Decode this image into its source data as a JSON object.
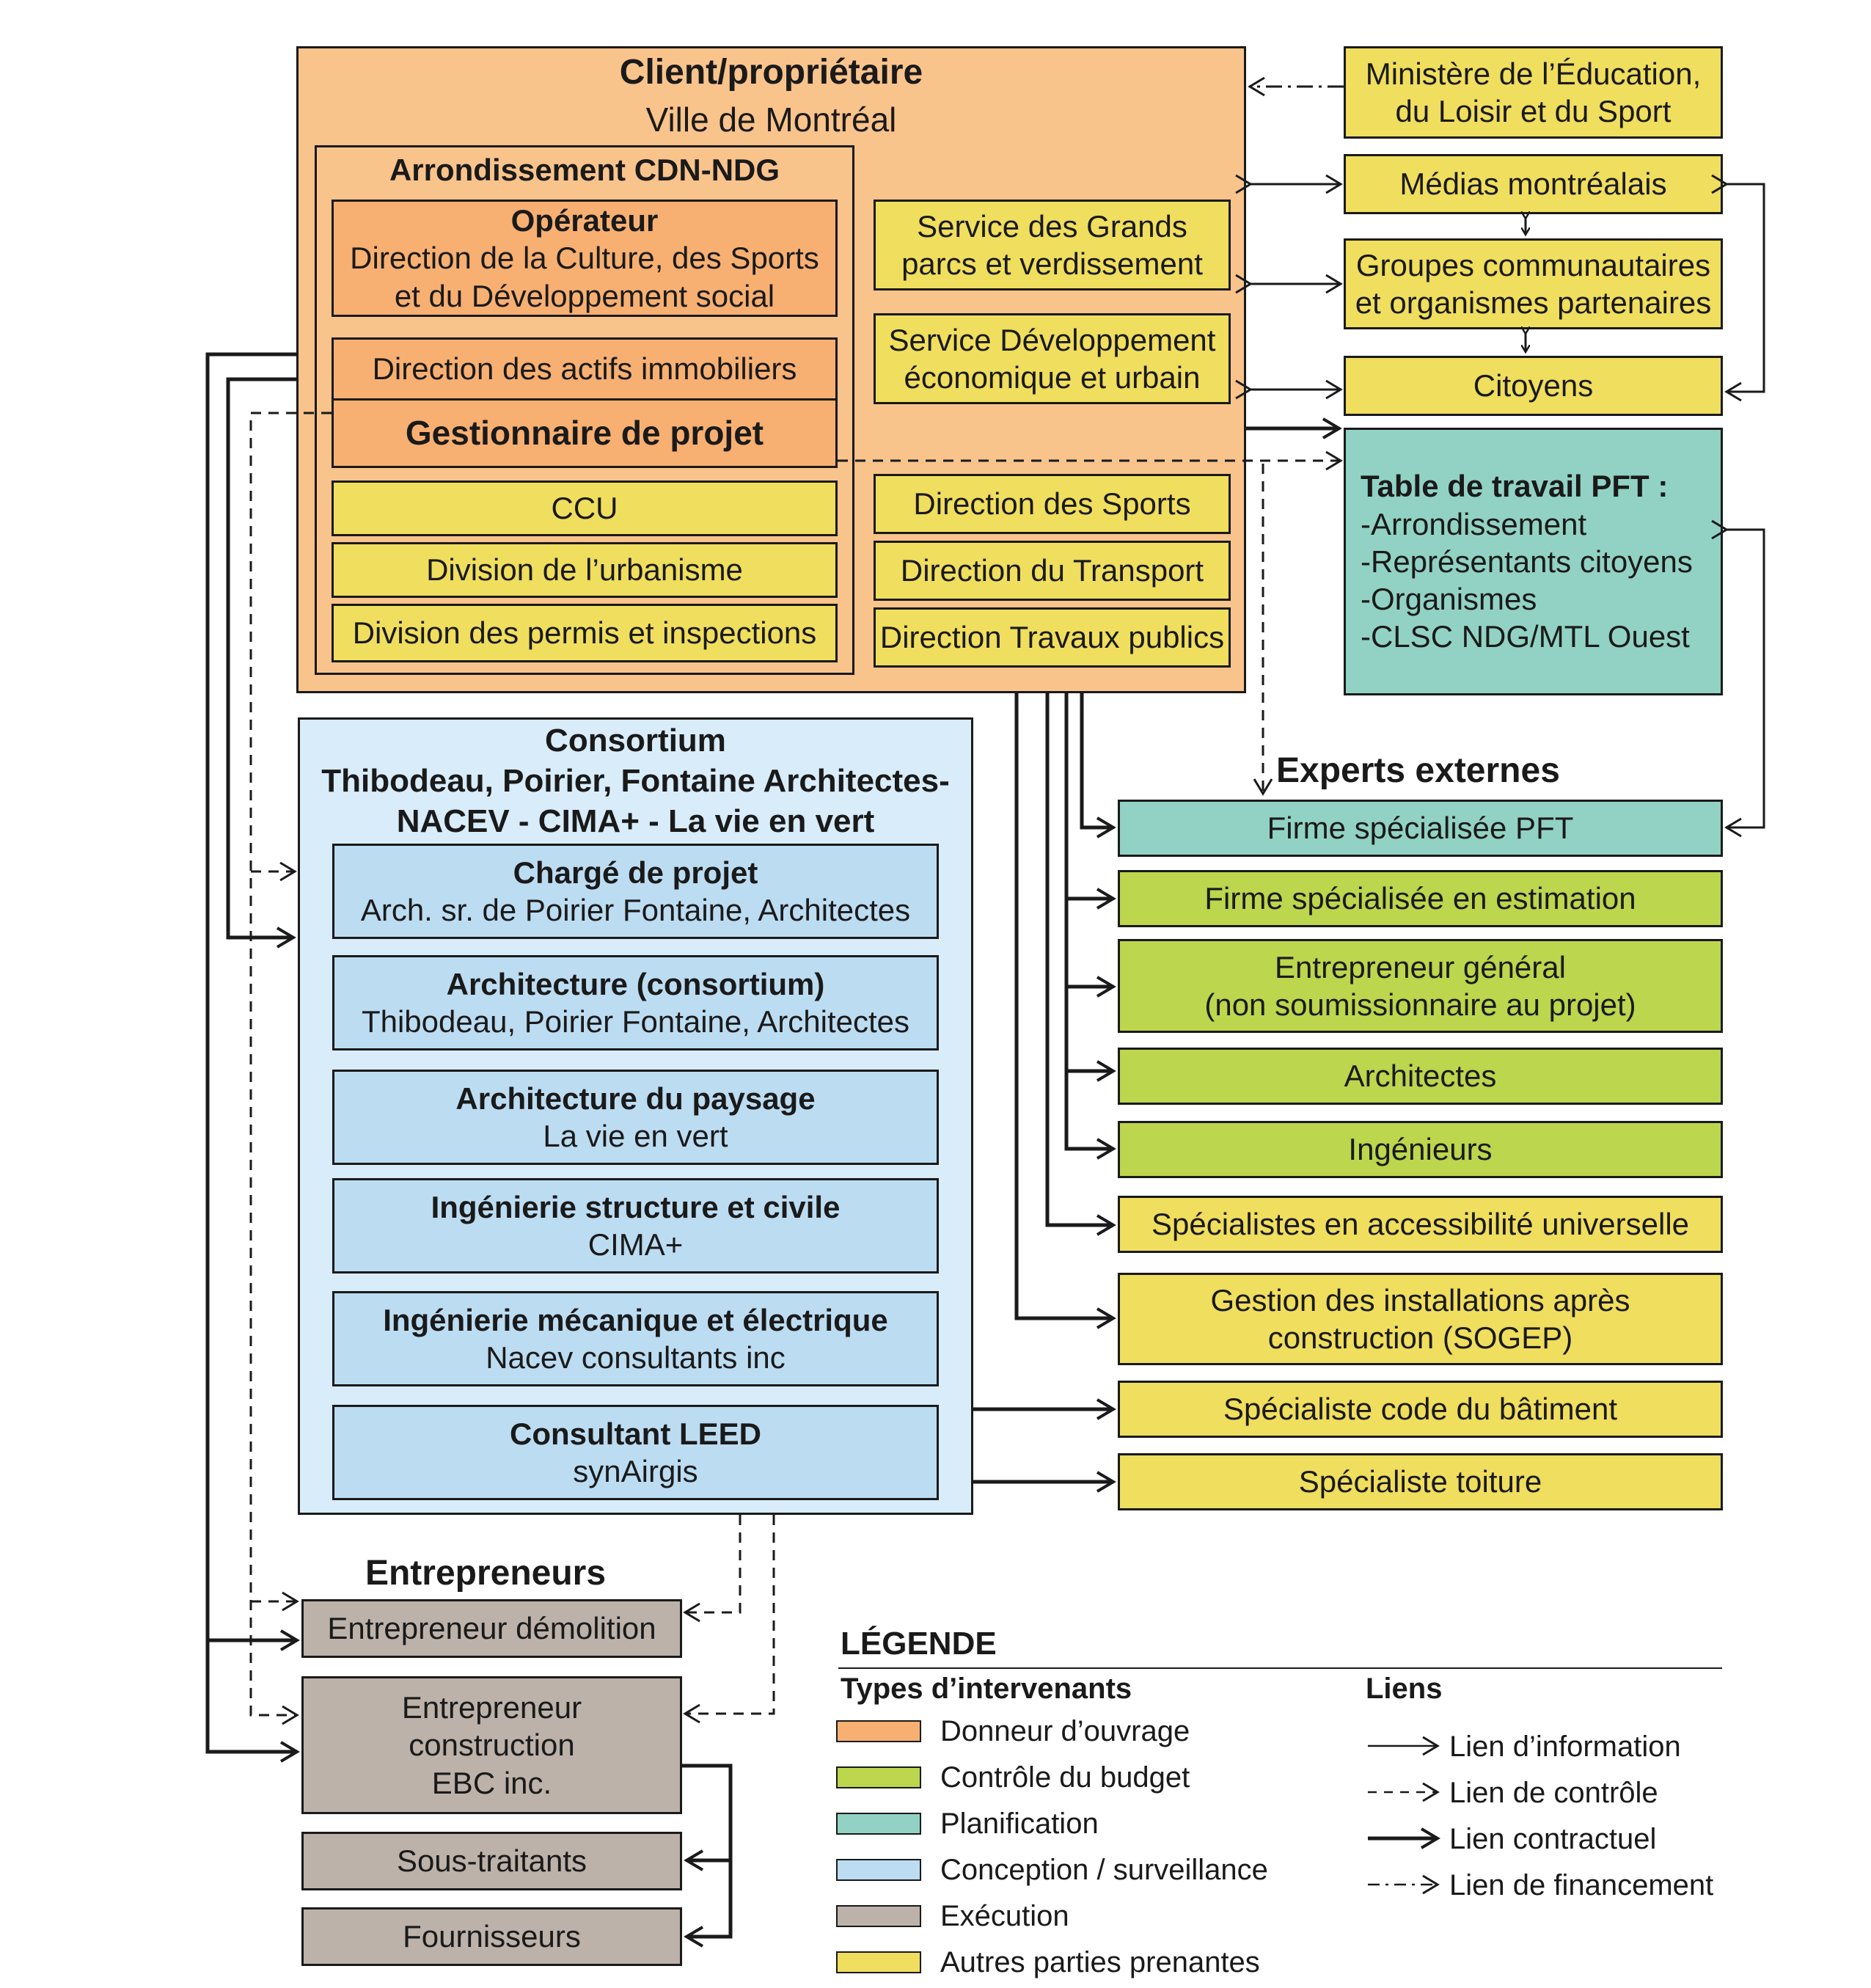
{
  "client": {
    "title": "Client/propriétaire",
    "subtitle": "Ville de Montréal"
  },
  "arrondissement": {
    "title": "Arrondissement CDN-NDG"
  },
  "operateur": {
    "title": "Opérateur",
    "line1": "Direction de la Culture, des Sports",
    "line2": "et du Développement social"
  },
  "actifs": "Direction des actifs immobiliers",
  "gestionnaire": "Gestionnaire de projet",
  "ccu": "CCU",
  "urbanisme": "Division de l’urbanisme",
  "permis": "Division des permis et inspections",
  "service_parcs": {
    "line1": "Service des Grands",
    "line2": "parcs et verdissement"
  },
  "service_dev": {
    "line1": "Service Développement",
    "line2": "économique et urbain"
  },
  "dir_sports": "Direction des Sports",
  "dir_transport": "Direction du Transport",
  "dir_travaux": "Direction Travaux publics",
  "ministere": {
    "line1": "Ministère de l’Éducation,",
    "line2": "du Loisir et du Sport"
  },
  "medias": "Médias montréalais",
  "groupes": {
    "line1": "Groupes communautaires",
    "line2": "et organismes partenaires"
  },
  "citoyens": "Citoyens",
  "table_pft": {
    "title": "Table de travail PFT :",
    "items": [
      "-Arrondissement",
      "-Représentants citoyens",
      "-Organismes",
      "-CLSC NDG/MTL Ouest"
    ]
  },
  "consortium": {
    "line1": "Consortium",
    "line2": "Thibodeau, Poirier, Fontaine Architectes-",
    "line3": "NACEV - CIMA+ - La vie en vert"
  },
  "consortium_members": [
    {
      "title": "Chargé de projet",
      "sub": "Arch. sr. de Poirier Fontaine, Architectes"
    },
    {
      "title": "Architecture (consortium)",
      "sub": "Thibodeau, Poirier Fontaine, Architectes"
    },
    {
      "title": "Architecture du paysage",
      "sub": "La vie en vert"
    },
    {
      "title": "Ingénierie structure et civile",
      "sub": "CIMA+"
    },
    {
      "title": "Ingénierie mécanique et électrique",
      "sub": "Nacev consultants inc"
    },
    {
      "title": "Consultant LEED",
      "sub": "synAirgis"
    }
  ],
  "experts_heading": "Experts externes",
  "firme_pft": "Firme spécialisée PFT",
  "firme_estimation": "Firme spécialisée en estimation",
  "entrepreneur_general": {
    "line1": "Entrepreneur général",
    "line2": "(non soumissionnaire au projet)"
  },
  "architectes": "Architectes",
  "ingenieurs": "Ingénieurs",
  "accessibilite": "Spécialistes en accessibilité universelle",
  "sogep": {
    "line1": "Gestion des installations après",
    "line2": "construction (SOGEP)"
  },
  "code_batiment": "Spécialiste code du bâtiment",
  "toiture": "Spécialiste toiture",
  "entrepreneurs_heading": "Entrepreneurs",
  "demolition": "Entrepreneur démolition",
  "construction": {
    "line1": "Entrepreneur",
    "line2": "construction",
    "line3": "EBC inc."
  },
  "sous_traitants": "Sous-traitants",
  "fournisseurs": "Fournisseurs",
  "legend": {
    "title": "LÉGENDE",
    "types_title": "Types d’intervenants",
    "types": [
      {
        "label": "Donneur d’ouvrage",
        "color": "#f7b072"
      },
      {
        "label": "Contrôle du budget",
        "color": "#bcd64d"
      },
      {
        "label": "Planification",
        "color": "#92d2c4"
      },
      {
        "label": "Conception / surveillance",
        "color": "#bcdcf2"
      },
      {
        "label": "Exécution",
        "color": "#bcb2a9"
      },
      {
        "label": "Autres parties prenantes",
        "color": "#f0de5e"
      }
    ],
    "links_title": "Liens",
    "links": [
      "Lien d’information",
      "Lien de contrôle",
      "Lien contractuel",
      "Lien de financement"
    ]
  }
}
